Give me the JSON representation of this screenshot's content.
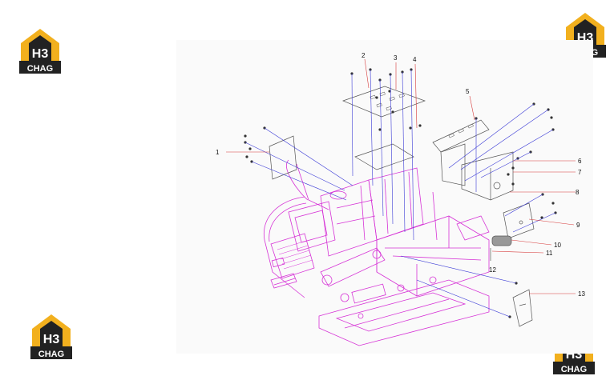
{
  "logo": {
    "letters": "H3",
    "brand": "CHAG"
  },
  "colors": {
    "logo_yellow": "#f2b01e",
    "logo_dark": "#222222",
    "machine": "#d633d6",
    "leader": "#3a3ad6",
    "parts": "#555555"
  },
  "callouts": [
    {
      "label": "1"
    },
    {
      "label": "2"
    },
    {
      "label": "3"
    },
    {
      "label": "4"
    },
    {
      "label": "5"
    },
    {
      "label": "6"
    },
    {
      "label": "7"
    },
    {
      "label": "8"
    },
    {
      "label": "9"
    },
    {
      "label": "10"
    },
    {
      "label": "11"
    },
    {
      "label": "12"
    },
    {
      "label": "13"
    }
  ]
}
